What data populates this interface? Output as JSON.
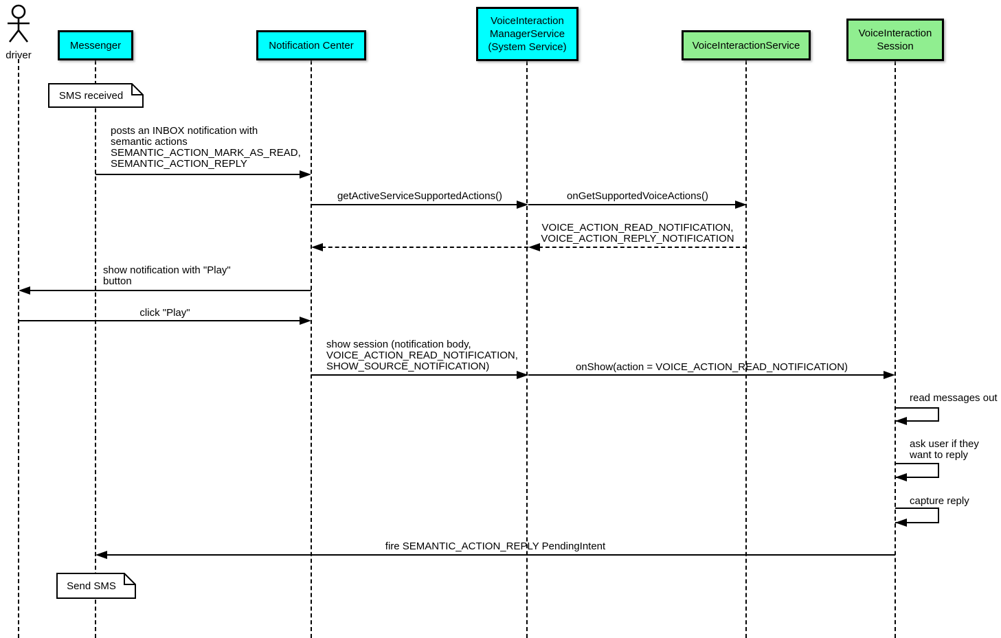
{
  "participants": [
    {
      "name": "driver",
      "label": "driver",
      "kind": "actor"
    },
    {
      "name": "messenger",
      "label": "Messenger",
      "fill": "#00ffff"
    },
    {
      "name": "notification-center",
      "label": "Notification Center",
      "fill": "#00ffff"
    },
    {
      "name": "voice-interaction-manager-service",
      "label": "VoiceInteraction\nManagerService\n(System Service)",
      "fill": "#00ffff"
    },
    {
      "name": "voice-interaction-service",
      "label": "VoiceInteractionService",
      "fill": "#90ee90"
    },
    {
      "name": "voice-interaction-session",
      "label": "VoiceInteraction\nSession",
      "fill": "#90ee90"
    }
  ],
  "notes": [
    {
      "name": "sms-received",
      "text": "SMS received"
    },
    {
      "name": "send-sms",
      "text": "Send SMS"
    }
  ],
  "messages": [
    {
      "name": "posts-inbox-notification",
      "from": "messenger",
      "to": "notification-center",
      "style": "solid",
      "label": "posts an INBOX notification with\nsemantic actions\nSEMANTIC_ACTION_MARK_AS_READ,\nSEMANTIC_ACTION_REPLY"
    },
    {
      "name": "get-active-service-supported-actions",
      "from": "notification-center",
      "to": "voice-interaction-manager-service",
      "style": "solid",
      "label": "getActiveServiceSupportedActions()"
    },
    {
      "name": "on-get-supported-voice-actions",
      "from": "voice-interaction-manager-service",
      "to": "voice-interaction-service",
      "style": "solid",
      "label": "onGetSupportedVoiceActions()"
    },
    {
      "name": "voice-actions-return",
      "from": "voice-interaction-service",
      "to": "voice-interaction-manager-service",
      "style": "dashed",
      "label": "VOICE_ACTION_READ_NOTIFICATION,\nVOICE_ACTION_REPLY_NOTIFICATION"
    },
    {
      "name": "voice-actions-relay-return",
      "from": "voice-interaction-manager-service",
      "to": "notification-center",
      "style": "dashed",
      "label": ""
    },
    {
      "name": "show-notification-play-button",
      "from": "notification-center",
      "to": "driver",
      "style": "solid",
      "label": "show notification with \"Play\"\nbutton"
    },
    {
      "name": "click-play",
      "from": "driver",
      "to": "notification-center",
      "style": "solid",
      "label": "click \"Play\""
    },
    {
      "name": "show-session",
      "from": "notification-center",
      "to": "voice-interaction-manager-service",
      "style": "solid",
      "label": "show session (notification body,\nVOICE_ACTION_READ_NOTIFICATION,\nSHOW_SOURCE_NOTIFICATION)"
    },
    {
      "name": "on-show",
      "from": "voice-interaction-manager-service",
      "to": "voice-interaction-session",
      "style": "solid",
      "label": "onShow(action = VOICE_ACTION_READ_NOTIFICATION)"
    },
    {
      "name": "read-messages-out",
      "from": "voice-interaction-session",
      "to": "voice-interaction-session",
      "style": "self",
      "label": "read messages out"
    },
    {
      "name": "ask-user-if-reply",
      "from": "voice-interaction-session",
      "to": "voice-interaction-session",
      "style": "self",
      "label": "ask user if they\nwant to reply"
    },
    {
      "name": "capture-reply",
      "from": "voice-interaction-session",
      "to": "voice-interaction-session",
      "style": "self",
      "label": "capture reply"
    },
    {
      "name": "fire-pending-intent",
      "from": "voice-interaction-session",
      "to": "messenger",
      "style": "solid",
      "label": "fire SEMANTIC_ACTION_REPLY PendingIntent"
    }
  ],
  "colors": {
    "participant_cyan": "#00ffff",
    "participant_green": "#90ee90",
    "line": "#000000",
    "background": "#ffffff"
  }
}
